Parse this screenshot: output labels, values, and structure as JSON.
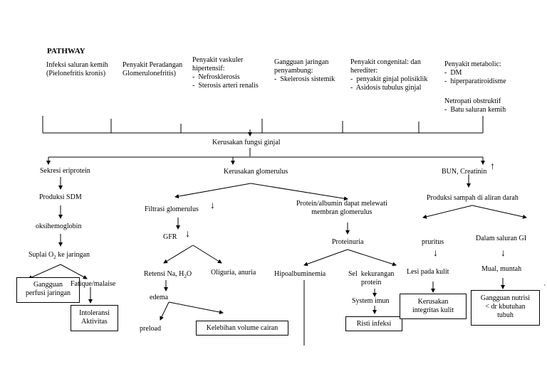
{
  "title": "PATHWAY",
  "causes": {
    "c1": "Infeksi saluran kemih\n(Pielonefritis kronis)",
    "c2": "Penyakit Peradangan\nGlomerulonefritis)",
    "c3": "Penyakit vaskuler\nhipertensif:\n-  Nefrosklerosis\n-  Sterosis arteri renalis",
    "c4": "Gangguan jaringan\npenyambung:\n-  Skelerosis sistemik",
    "c5": "Penyakit congenital: dan\nherediter:\n-  penyakit ginjal polisiklik\n-  Asidosis tubulus ginjal",
    "c6": "Penyakit metabolic:\n-  DM\n-  hiperparatiroidisme",
    "c7": "Netropati obstruktif\n-  Batu saluran kemih"
  },
  "nodes": {
    "kerusakan_fungsi": "Kerusakan fungsi ginjal",
    "sekresi": "Sekresi eriprotein",
    "produksi_sdm": "Produksi SDM",
    "oksihemo": "oksihemoglobin",
    "suplai_pre": "Suplai O",
    "suplai_sub": "2",
    "suplai_post": " ke jaringan",
    "fatique": "Fatique/malaise",
    "kerusakan_glom": "Kerusakan glomerulus",
    "filtrasi": "Filtrasi glomerulus",
    "gfr": "GFR",
    "retensi_pre": "Retensi Na, H",
    "retensi_sub": "2",
    "retensi_post": "O",
    "oliguria": "Oliguria, anuria",
    "edema": "edema",
    "preload": "preload",
    "protein_albumin": "Protein/albumin dapat melewati\nmembran glomerulus",
    "proteinuria": "Proteinuria",
    "hipoalbumin": "Hipoalbuminemia",
    "sel_kekurangan": "Sel  kekurangan\nprotein",
    "system_imun": "System imun",
    "bun": "BUN, Creatinin",
    "produksi_sampah": "Produksi sampah di aliran darah",
    "pruritus": "pruritus",
    "lesi": "Lesi pada kulit",
    "dalam_gi": "Dalam saluran GI",
    "mual": "Mual, muntah",
    "arrow_down": "↓",
    "arrow_up": "↑",
    "stray": "`"
  },
  "diagnoses": {
    "gangguan_perfusi": "Gangguan\nperfusi jaringan",
    "intoleransi": "Intoleransi\nAktivitas",
    "kelebihan_volume": "Kelebihan volume cairan",
    "risti_infeksi": "Risti infeksi",
    "kerusakan_integritas": "Kerusakan\nintegritas kulit",
    "gangguan_nutrisi": "Gangguan nutrisi\n< dr kbutuhan\ntubuh"
  }
}
